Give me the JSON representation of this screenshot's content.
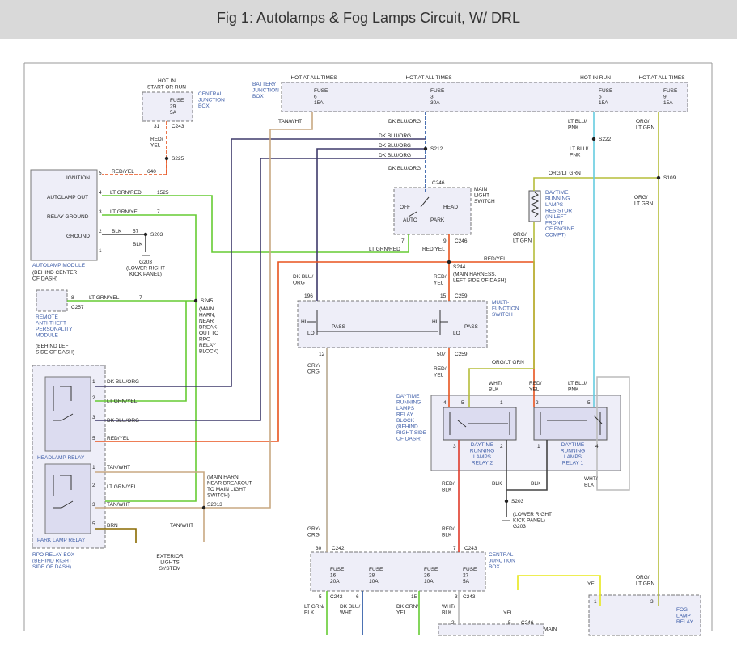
{
  "title": "Fig 1: Autolamps & Fog Lamps Circuit, W/ DRL",
  "colors": {
    "dk_blu_org": "#3e3a6b",
    "lt_grn_red": "#66cc33",
    "lt_grn_yel": "#66cc33",
    "red_yel": "#e8531e",
    "tan_wht": "#c8a882",
    "org_lt_grn": "#b5bd3a",
    "lt_blu_pnk": "#66cce0",
    "dk_blu_org_hot": "#1f4fa0",
    "blk": "#444444",
    "yel": "#e8e81c",
    "wht_blk": "#bbbbbb",
    "gry_org": "#b8a890",
    "red_blk": "#e03a2a",
    "brn": "#8a6a00",
    "box_fill": "#eeeef8"
  },
  "labels": {
    "hot_in_start_or_run": "HOT IN\nSTART OR RUN",
    "central_junction_box": "CENTRAL\nJUNCTION\nBOX",
    "fuse29": "FUSE\n29\n5A",
    "c243_top": "C243",
    "pin31": "31",
    "red_yel_v": "RED/\nYEL",
    "s225": "S225",
    "battery_junction_box": "BATTERY\nJUNCTION\nBOX",
    "hot_at_all_times_1": "HOT AT ALL TIMES",
    "hot_at_all_times_2": "HOT AT ALL TIMES",
    "hot_in_run": "HOT IN RUN",
    "hot_at_all_times_3": "HOT AT ALL TIMES",
    "fuse6": "FUSE\n6\n15A",
    "fuse3": "FUSE\n3\n30A",
    "fuse5": "FUSE\n5\n15A",
    "fuse9": "FUSE\n9\n15A",
    "tan_wht_top": "TAN/WHT",
    "dk_blu_org_top": "DK BLU/ORG",
    "lt_blu_pnk_top": "LT BLU/\nPNK",
    "org_lt_grn_top": "ORG/\nLT GRN",
    "dk_blu_org_1": "DK BLU/ORG",
    "dk_blu_org_2": "DK BLU/ORG",
    "dk_blu_org_3": "DK BLU/ORG",
    "s212": "S212",
    "dk_blu_org_4": "DK BLU/ORG",
    "lt_blu_pnk_2": "LT BLU/\nPNK",
    "s222": "S222",
    "org_lt_grn_h": "ORG/LT GRN",
    "s109": "S109",
    "org_lt_grn_v2": "ORG/\nLT GRN",
    "c246": "C246",
    "main_light_switch": "MAIN\nLIGHT\nSWITCH",
    "off": "OFF",
    "head": "HEAD",
    "auto": "AUTO",
    "park": "PARK",
    "pin7": "7",
    "pin9": "9",
    "c246_b": "C246",
    "lt_grn_red_b": "LT GRN/RED",
    "red_yel_b": "RED/YEL",
    "drl_resistor": "DAYTIME\nRUNNING\nLAMPS\nRESISTOR\n(IN LEFT\nFRONT\nOF ENGINE\nCOMPT)",
    "org_lt_grn_v3": "ORG/\nLT GRN",
    "ignition": "IGNITION",
    "autolamp_out": "AUTOLAMP OUT",
    "relay_ground": "RELAY GROUND",
    "ground": "GROUND",
    "pin5": "5",
    "pin4": "4",
    "pin3": "3",
    "pin2": "2",
    "pin1": "1",
    "w_red_yel": "RED/YEL",
    "w640": "640",
    "w_lt_grn_red": "LT GRN/RED",
    "w1525": "1525",
    "w_lt_grn_yel": "LT GRN/YEL",
    "w7": "7",
    "w_blk": "BLK",
    "w57": "57",
    "s203_top": "S203",
    "blk_v": "BLK",
    "g203_top": "G203\n(LOWER RIGHT\nKICK PANEL)",
    "autolamp_module": "AUTOLAMP MODULE",
    "autolamp_module_loc": "(BEHIND CENTER\nOF DASH)",
    "red_yel_right": "RED/YEL",
    "s244": "S244",
    "s244_desc": "(MAIN HARNESS,\nLEFT SIDE OF DASH)",
    "dk_blu_org_v": "DK BLU/\nORG",
    "red_yel_v2": "RED/\nYEL",
    "pin196": "196",
    "pin15": "15",
    "c259_top": "C259",
    "multifunction_switch": "MULTI-\nFUNCTION\nSWITCH",
    "hi1": "HI",
    "lo1": "LO",
    "pass1": "PASS",
    "hi2": "HI",
    "lo2": "LO",
    "pass2": "PASS",
    "pin12": "12",
    "pin507": "507",
    "c259_b": "C259",
    "pin8": "8",
    "c257": "C257",
    "w_lt_grn_yel_2": "LT GRN/YEL",
    "w7_2": "7",
    "s245": "S245",
    "s245_desc": "(MAIN\nHARN,\nNEAR\nBREAK-\nOUT TO\nRPO\nRELAY\nBLOCK)",
    "remote_module": "REMOTE\nANTI-THEFT\nPERSONALITY\nMODULE",
    "remote_module_loc": "(BEHIND LEFT\nSIDE OF DASH)",
    "hr_pin1": "1",
    "hr_pin2": "2",
    "hr_pin3": "3",
    "hr_pin5": "5",
    "hr_w1": "DK BLU/ORG",
    "hr_w2": "LT GRN/YEL",
    "hr_w3": "DK BLU/ORG",
    "hr_w5": "RED/YEL",
    "headlamp_relay": "HEADLAMP RELAY",
    "pr_pin1": "1",
    "pr_pin2": "2",
    "pr_pin3": "3",
    "pr_pin5": "5",
    "pr_w1": "TAN/WHT",
    "pr_w2": "LT GRN/YEL",
    "pr_w3": "TAN/WHT",
    "pr_w5": "BRN",
    "park_lamp_relay": "PARK LAMP RELAY",
    "rpo_relay_box": "RPO RELAY BOX\n(BEHIND RIGHT\nSIDE OF DASH)",
    "s2013_desc": "(MAIN HARN,\nNEAR BREAKOUT\nTO MAIN LIGHT\nSWITCH)",
    "s2013": "S2013",
    "tan_wht_low": "TAN/WHT",
    "exterior_lights": "EXTERIOR\nLIGHTS\nSYSTEM",
    "gry_org_v": "GRY/\nORG",
    "red_yel_v3": "RED/\nYEL",
    "org_lt_grn_mid": "ORG/LT GRN",
    "wht_blk_top": "WHT/\nBLK",
    "red_yel_v4": "RED/\nYEL",
    "lt_blu_pnk_v": "LT BLU/\nPNK",
    "drl_relay_block": "DAYTIME\nRUNNING\nLAMPS\nRELAY\nBLOCK\n(BEHIND\nRIGHT SIDE\nOF DASH)",
    "drl_pin4": "4",
    "drl_pin5": "5",
    "drl_pin1": "1",
    "drl_pin2": "2",
    "drl_pin5b": "5",
    "drl_pin3": "3",
    "drl_pin2b": "2",
    "drl_pin1b": "1",
    "drl_pin4b": "4",
    "drl_relay2": "DAYTIME\nRUNNING\nLAMPS\nRELAY 2",
    "drl_relay1": "DAYTIME\nRUNNING\nLAMPS\nRELAY 1",
    "red_blk_v": "RED/\nBLK",
    "blk_v2": "BLK",
    "blk_h": "BLK",
    "wht_blk_v": "WHT/\nBLK",
    "s203_b": "S203",
    "g203_b": "(LOWER RIGHT\nKICK PANEL)\nG203",
    "gry_org_v2": "GRY/\nORG",
    "red_blk_v2": "RED/\nBLK",
    "pin30": "30",
    "c242": "C242",
    "pin7b": "7",
    "c243_b": "C243",
    "central_junction_box_2": "CENTRAL\nJUNCTION\nBOX",
    "fuse16": "FUSE\n16\n20A",
    "fuse28": "FUSE\n28\n10A",
    "fuse26": "FUSE\n26\n10A",
    "fuse27": "FUSE\n27\n5A",
    "pin5c": "5",
    "c242_b": "C242",
    "pin6": "6",
    "pin15b": "15",
    "pin3b": "3",
    "c243_c": "C243",
    "lt_grn_blk": "LT GRN/\nBLK",
    "dk_blu_wht": "DK BLU/\nWHT",
    "dk_grn_yel": "DK GRN/\nYEL",
    "wht_blk_low": "WHT/\nBLK",
    "yel_low": "YEL",
    "pin2c": "2",
    "pin5d": "5",
    "c246_c": "C246",
    "main_low": "MAIN",
    "yel_right": "YEL",
    "org_lt_grn_low": "ORG/\nLT GRN",
    "fog_pin1": "1",
    "fog_pin3": "3",
    "fog_lamp_relay": "FOG\nLAMP\nRELAY"
  }
}
